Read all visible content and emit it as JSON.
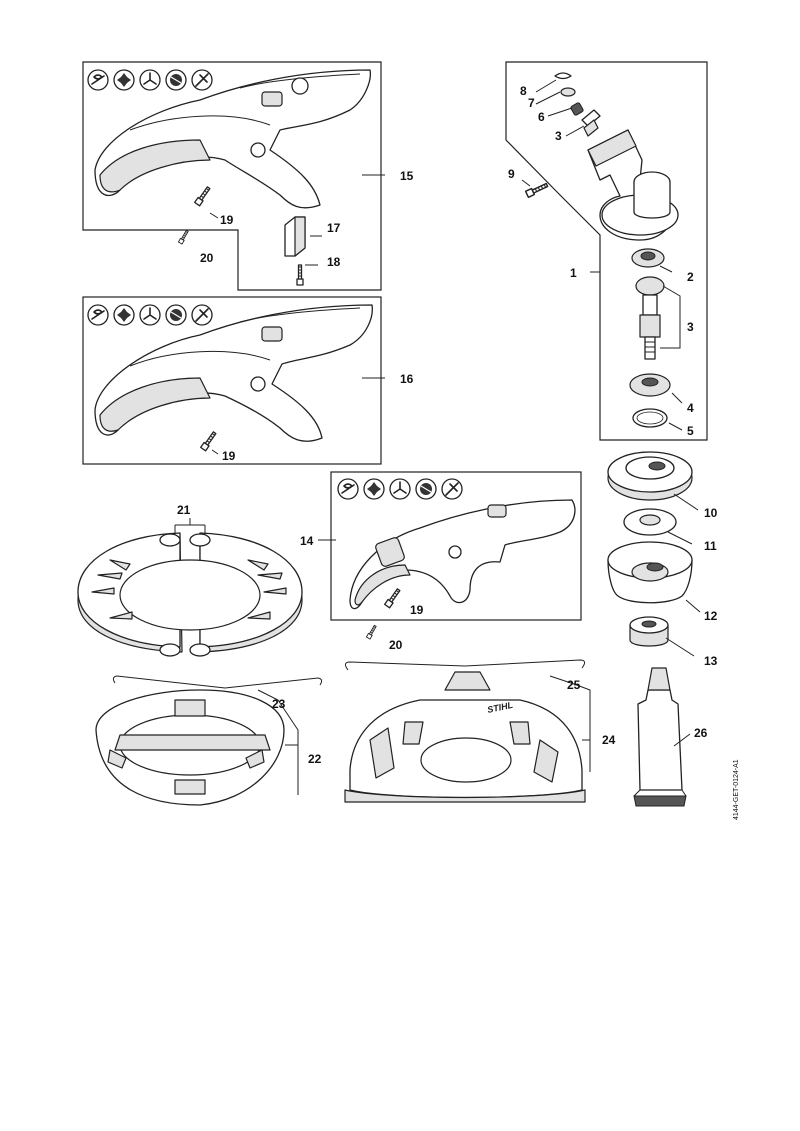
{
  "brand_label": "STIHL",
  "doc_code": "4144-GET-0124-A1",
  "tool_icons": {
    "box15": [
      "line-head-icon",
      "blade-4-icon",
      "blade-3-icon",
      "grass-blade-icon",
      "brush-knife-icon"
    ],
    "box16": [
      "line-head-icon",
      "blade-4-icon",
      "blade-3-icon",
      "grass-blade-icon",
      "brush-knife-icon"
    ],
    "box14": [
      "line-head-icon",
      "blade-4-icon",
      "blade-3-icon",
      "grass-blade-icon",
      "brush-knife-icon"
    ]
  },
  "callouts": {
    "p1": "1",
    "p2": "2",
    "p3a": "3",
    "p3b": "3",
    "p4": "4",
    "p5": "5",
    "p6": "6",
    "p7": "7",
    "p8": "8",
    "p9": "9",
    "p10": "10",
    "p11": "11",
    "p12": "12",
    "p13": "13",
    "p14": "14",
    "p15": "15",
    "p16": "16",
    "p17": "17",
    "p18": "18",
    "p19a": "19",
    "p19b": "19",
    "p19c": "19",
    "p20a": "20",
    "p20b": "20",
    "p21": "21",
    "p22": "22",
    "p23": "23",
    "p24": "24",
    "p25": "25",
    "p26": "26"
  }
}
